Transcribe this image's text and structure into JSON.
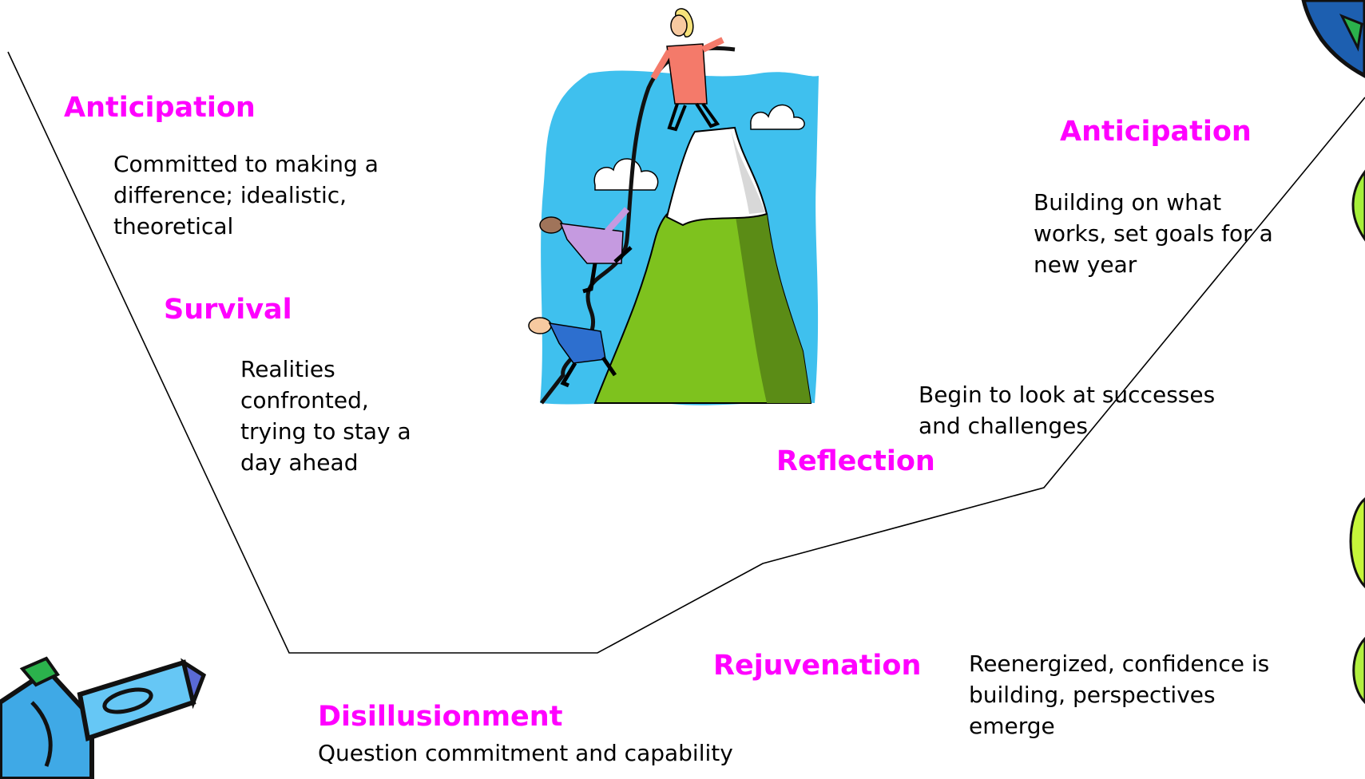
{
  "colors": {
    "phase_title": "#ff00ff",
    "body_text": "#000000",
    "curve": "#000000",
    "sky": "#3fc0ee",
    "mountain": "#7ec21e",
    "mountain_shade": "#5b8c16",
    "snow": "#ffffff"
  },
  "illustration": {
    "description_icon": "mountain-climbers-icon",
    "decorations": [
      "pencil-icon",
      "corner-ribbon-icon",
      "edge-ribbon-icon"
    ]
  },
  "phases": [
    {
      "key": "anticipation_start",
      "title": "Anticipation",
      "desc": "Committed to making a\ndifference; idealistic,\ntheoretical"
    },
    {
      "key": "survival",
      "title": "Survival",
      "desc": "Realities\nconfronted,\ntrying to stay a\nday ahead"
    },
    {
      "key": "disillusionment",
      "title": "Disillusionment",
      "desc": "Question commitment and capability"
    },
    {
      "key": "rejuvenation",
      "title": "Rejuvenation",
      "desc": "Reenergized, confidence is\nbuilding, perspectives\nemerge"
    },
    {
      "key": "reflection",
      "title": "Reflection",
      "desc": "Begin to look at successes\nand challenges"
    },
    {
      "key": "anticipation_end",
      "title": "Anticipation",
      "desc": "Building on what\nworks, set goals for a\nnew year"
    }
  ]
}
